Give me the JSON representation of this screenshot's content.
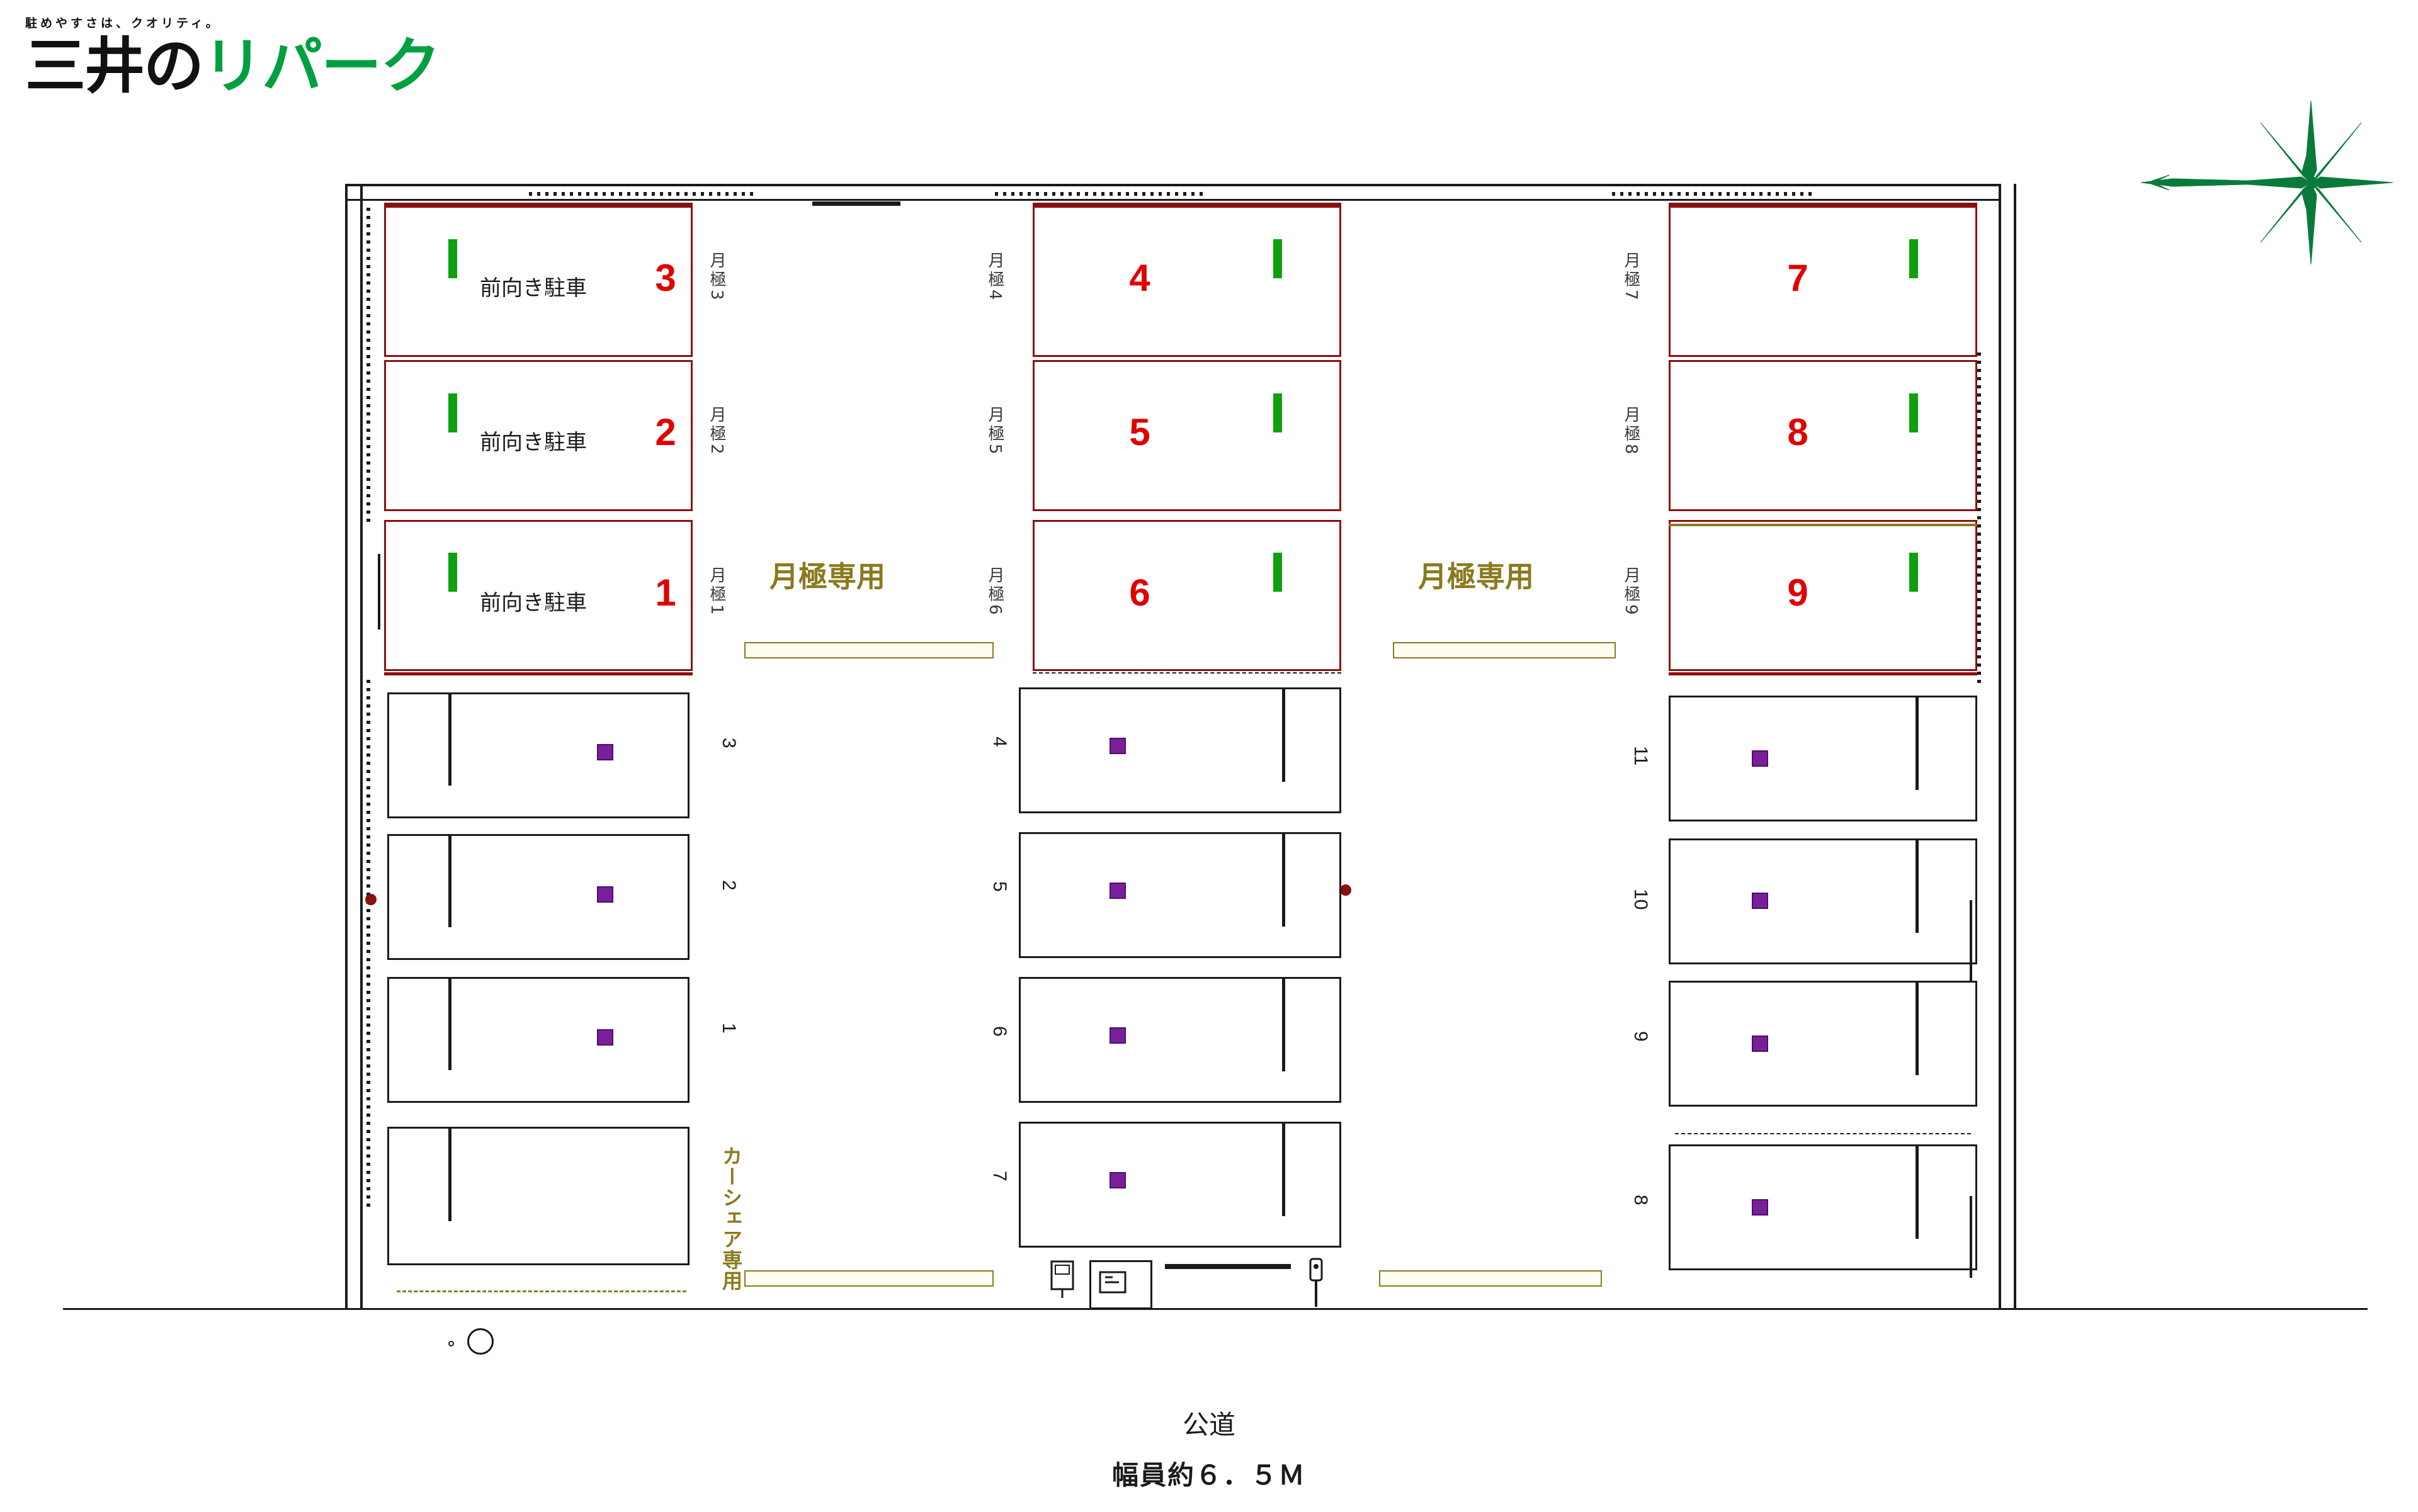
{
  "logo": {
    "tagline": "駐めやすさは、クオリティ。",
    "brand_dark": "三井の",
    "brand_green": "リパーク",
    "brand_color": "#00a040"
  },
  "compass": {
    "name": "north-compass-rose",
    "color": "#0a7a3a"
  },
  "plan": {
    "monthly_only_label": "月極専用",
    "forward_parking_label": "前向き駐車",
    "carshare_label": "カーシェア専用",
    "monthly_stalls_left": [
      {
        "number": "3",
        "vertical_label": "月極3"
      },
      {
        "number": "2",
        "vertical_label": "月極2"
      },
      {
        "number": "1",
        "vertical_label": "月極1"
      }
    ],
    "monthly_stalls_center": [
      {
        "number": "4",
        "vertical_label": "月極4"
      },
      {
        "number": "5",
        "vertical_label": "月極5"
      },
      {
        "number": "6",
        "vertical_label": "月極6"
      }
    ],
    "monthly_stalls_right": [
      {
        "number": "7",
        "vertical_label": "月極7"
      },
      {
        "number": "8",
        "vertical_label": "月極8"
      },
      {
        "number": "9",
        "vertical_label": "月極9"
      }
    ],
    "hourly_stalls_left": [
      "3",
      "2",
      "1"
    ],
    "hourly_stalls_center": [
      "4",
      "5",
      "6",
      "7"
    ],
    "hourly_stalls_right": [
      "11",
      "10",
      "9",
      "8"
    ],
    "equipment": {
      "ticket_machine": "precheck-machine-icon",
      "fee_machine": "fee-payment-machine-icon",
      "pole": "sign-pole-icon"
    },
    "colors": {
      "monthly": "#8b0f0f",
      "stall_number": "#e00000",
      "olive": "#8a7a1e",
      "flap": "#7a1f9a",
      "green_tick": "#0fa00f",
      "line": "#1a1a1a"
    }
  },
  "captions": {
    "road": "公道",
    "road_width": "幅員約６．５Ｍ"
  }
}
